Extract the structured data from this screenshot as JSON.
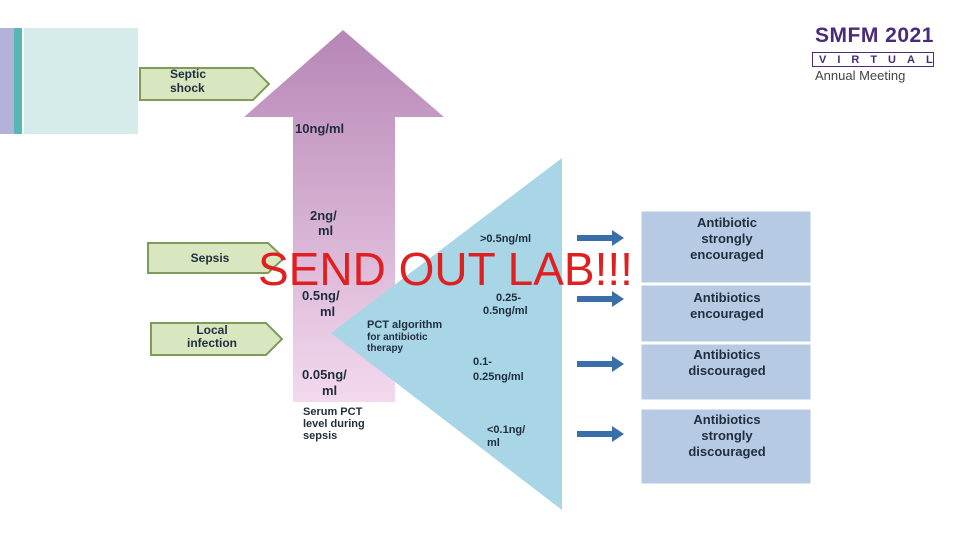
{
  "logo": {
    "title": "SMFM 2021",
    "virtual": "VIRTUAL",
    "subtitle": "Annual Meeting"
  },
  "left_arrows": [
    {
      "label_line1": "Septic",
      "label_line2": "shock"
    },
    {
      "label_line1": "Sepsis",
      "label_line2": ""
    },
    {
      "label_line1": "Local",
      "label_line2": "infection"
    }
  ],
  "vertical_arrow": {
    "levels": [
      {
        "line1": "10ng/ml",
        "line2": "",
        "line3": ""
      },
      {
        "line1": "2ng/",
        "line2": "ml",
        "line3": ""
      },
      {
        "line1": "0.5ng/",
        "line2": "ml",
        "line3": ""
      },
      {
        "line1": "0.05ng/",
        "line2": "ml",
        "line3": ""
      }
    ],
    "caption": {
      "line1": "Serum PCT",
      "line2": "level during",
      "line3": "sepsis"
    }
  },
  "triangle": {
    "title": {
      "line1": "PCT algorithm",
      "line2": "for antibiotic",
      "line3": "therapy"
    },
    "thresholds": [
      {
        "line1": ">0.5ng/ml",
        "line2": ""
      },
      {
        "line1": "0.25-",
        "line2": "0.5ng/ml"
      },
      {
        "line1": "0.1-",
        "line2": "0.25ng/ml"
      },
      {
        "line1": "<0.1ng/",
        "line2": "ml"
      }
    ]
  },
  "outcomes": [
    {
      "line1": "Antibiotic",
      "line2": "strongly",
      "line3": "encouraged"
    },
    {
      "line1": "Antibiotics",
      "line2": "encouraged",
      "line3": ""
    },
    {
      "line1": "Antibiotics",
      "line2": "discouraged",
      "line3": ""
    },
    {
      "line1": "Antibiotics",
      "line2": "strongly",
      "line3": "discouraged"
    }
  ],
  "overlay_text": "SEND OUT LAB!!!",
  "colors": {
    "left_arrow_fill": "#d8e7c0",
    "left_arrow_stroke": "#7f9a5b",
    "vertical_arrow_top": "#b686b6",
    "vertical_arrow_bottom": "#f4d9ee",
    "triangle_fill": "#a8d6e6",
    "outcome_fill": "#b6cbe3",
    "small_arrow": "#3a6ea8",
    "overlay": "#e02020",
    "logo": "#4a2a7a"
  }
}
